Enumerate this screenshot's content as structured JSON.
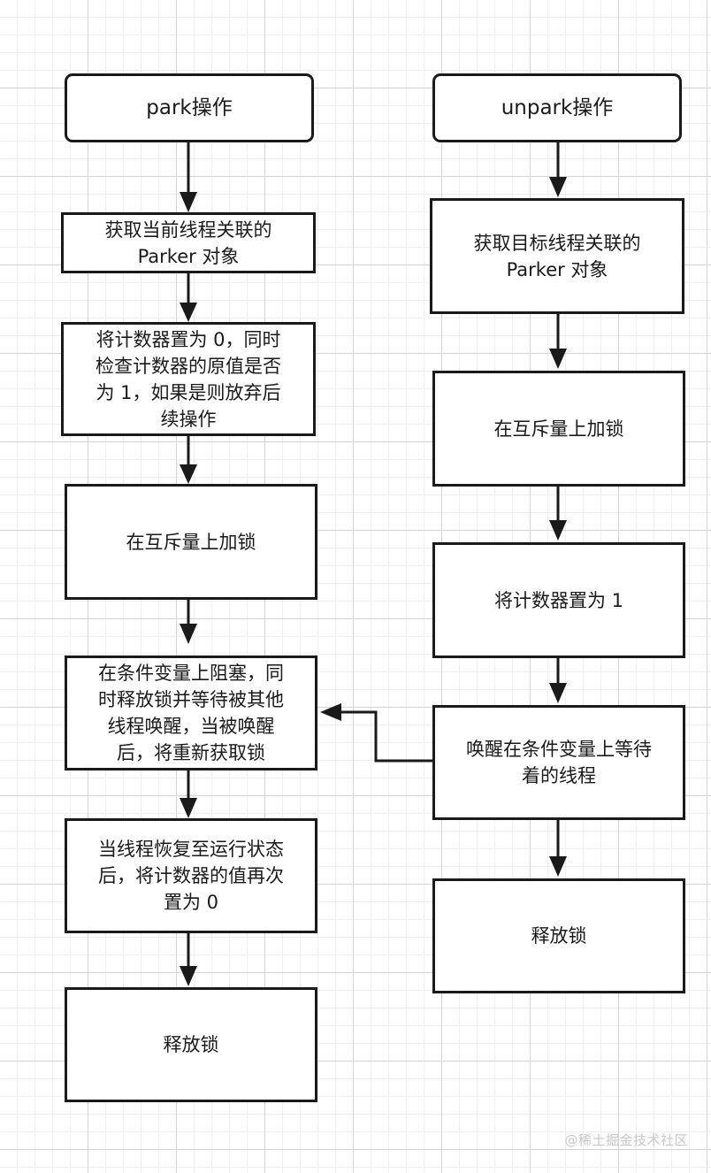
{
  "left": {
    "title": "park操作",
    "steps": [
      "获取当前线程关联的\nParker 对象",
      "将计数器置为 0，同时\n检查计数器的原值是否\n为 1，如果是则放弃后\n续操作",
      "在互斥量上加锁",
      "在条件变量上阻塞，同\n时释放锁并等待被其他\n线程唤醒，当被唤醒\n后，将重新获取锁",
      "当线程恢复至运行状态\n后，将计数器的值再次\n置为 0",
      "释放锁"
    ]
  },
  "right": {
    "title": "unpark操作",
    "steps": [
      "获取目标线程关联的\nParker 对象",
      "在互斥量上加锁",
      "将计数器置为 1",
      "唤醒在条件变量上等待\n着的线程",
      "释放锁"
    ]
  },
  "watermark": "@稀土掘金技术社区"
}
